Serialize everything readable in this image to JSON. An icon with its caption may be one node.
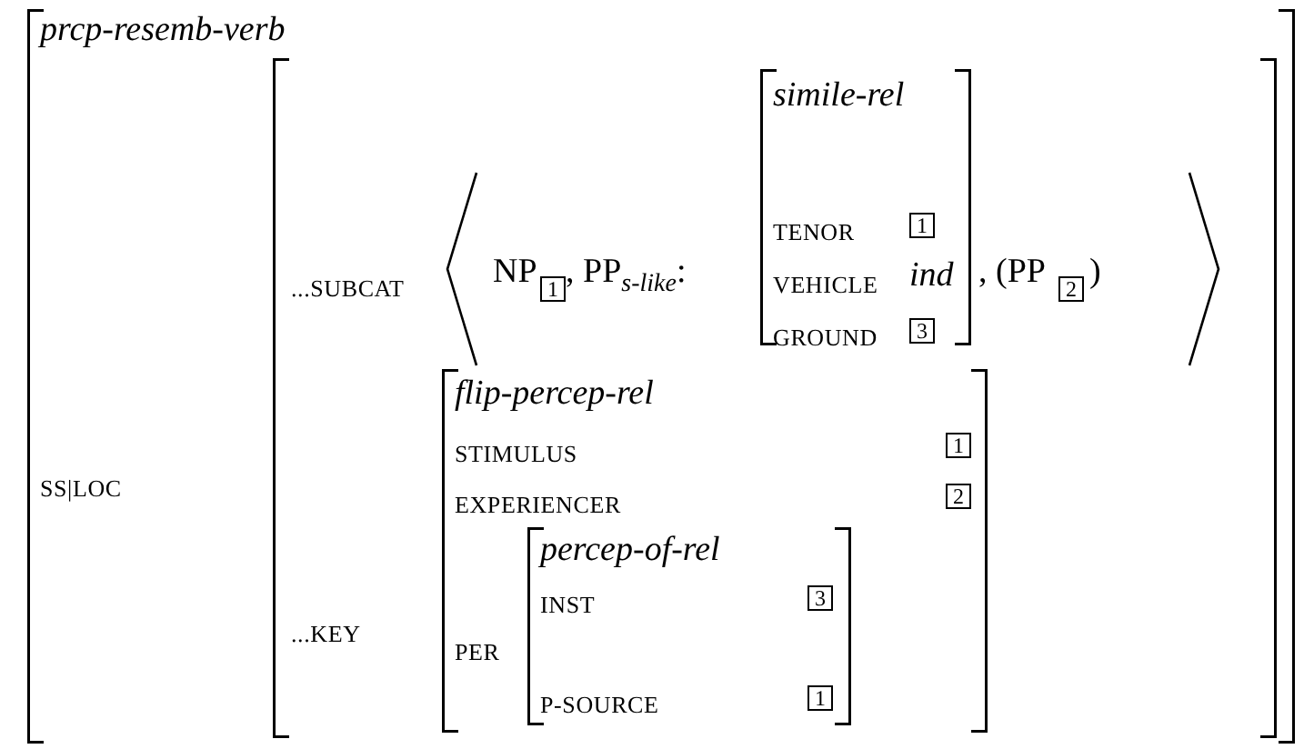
{
  "diagram": {
    "nodes": [
      {
        "text": [
          "prcp-resemb-verb",
          "SS|LOC"
        ]
      },
      {
        "text": [
          "...SUBCAT",
          "...KEY"
        ],
        "in": 0
      },
      {
        "text": [
          "1"
        ],
        "in": 1
      },
      {
        "text": [
          "simile-rel",
          "TENOR",
          "VEHICLE",
          "ind",
          "GROUND"
        ],
        "in": 1
      },
      {
        "text": [
          "1"
        ],
        "in": 3
      },
      {
        "text": [
          "3"
        ],
        "in": 3
      },
      {
        "text": [
          "2"
        ],
        "in": 1
      },
      {
        "text": [
          "flip-percep-rel",
          "STIMULUS",
          "EXPERIENCER",
          "PER"
        ],
        "in": 1
      },
      {
        "text": [
          "1"
        ],
        "in": 7
      },
      {
        "text": [
          "2"
        ],
        "in": 7
      },
      {
        "text": [
          "percep-of-rel",
          "INST",
          "P-SOURCE"
        ],
        "in": 7
      },
      {
        "text": [
          "3"
        ],
        "in": 10
      },
      {
        "text": [
          "1"
        ],
        "in": 10
      }
    ],
    "edges": [],
    "labels": [
      "NP",
      ", PP$_{s-like}$:",
      ", (PP",
      ")"
    ]
  }
}
